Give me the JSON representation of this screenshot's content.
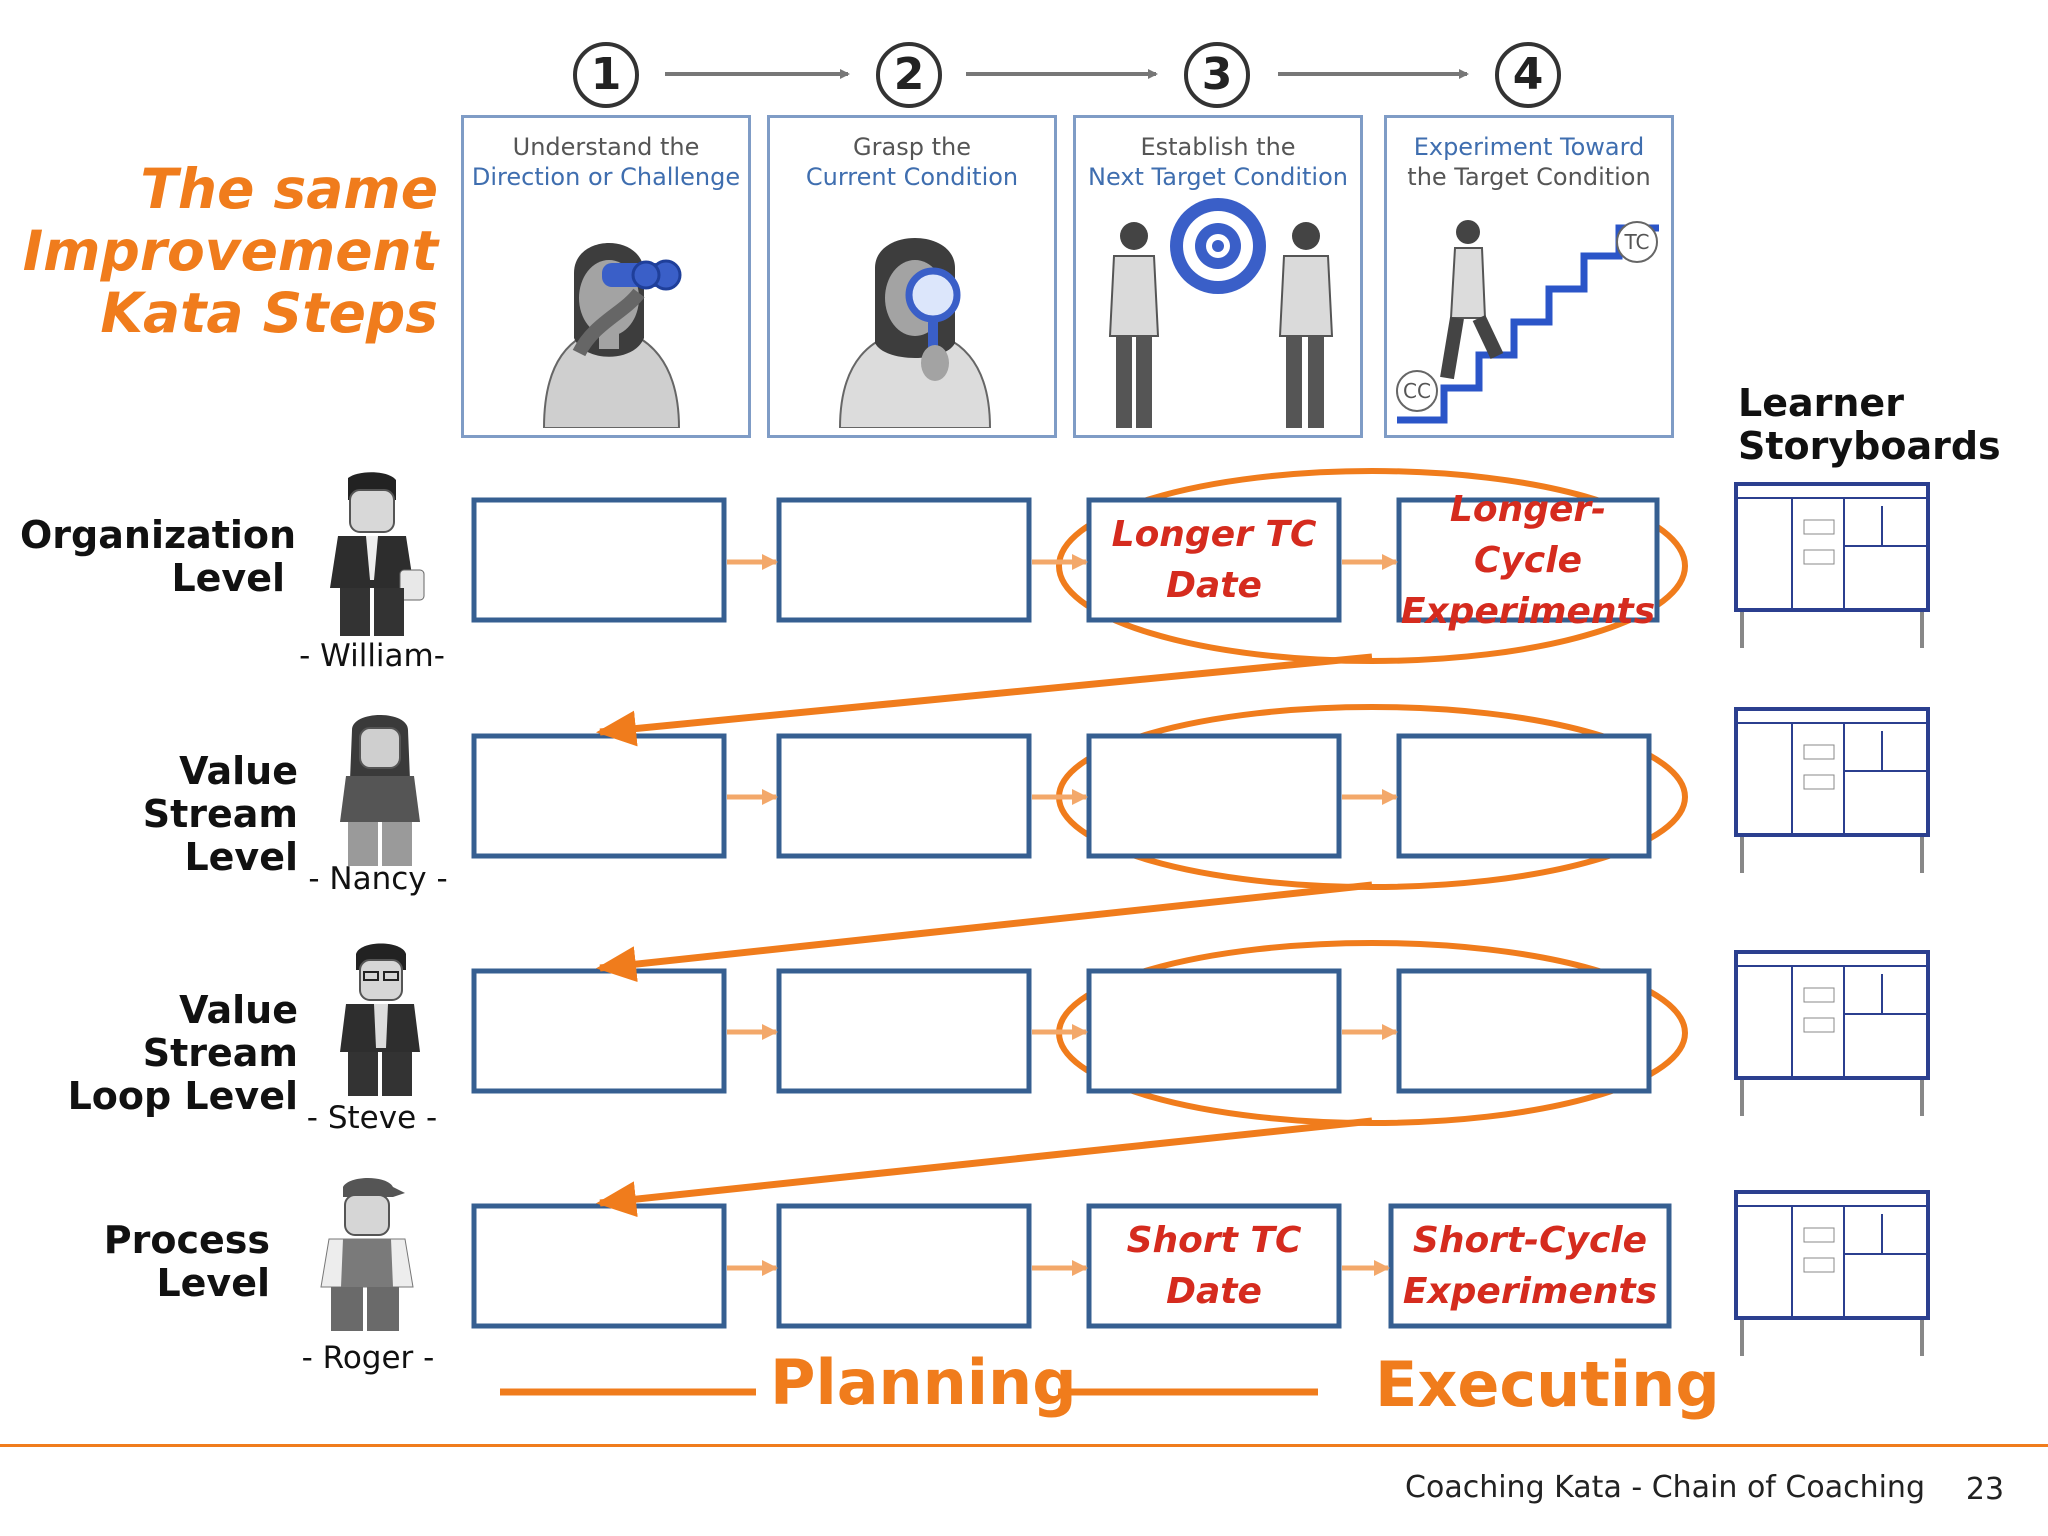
{
  "title": {
    "line1": "The same",
    "line2": "Improvement",
    "line3": "Kata Steps"
  },
  "steps": [
    {
      "num": "1",
      "line1": "Understand the",
      "line2": "Direction or Challenge"
    },
    {
      "num": "2",
      "line1": "Grasp the",
      "line2": "Current Condition"
    },
    {
      "num": "3",
      "line1": "Establish the",
      "line2": "Next Target Condition"
    },
    {
      "num": "4",
      "line1": "Experiment Toward",
      "line2": "the Target Condition",
      "badge_tc": "TC",
      "badge_cc": "CC"
    }
  ],
  "learner": {
    "line1": "Learner",
    "line2": "Storyboards"
  },
  "levels": [
    {
      "line1": "Organization",
      "line2": "Level",
      "person": "- William-",
      "box3": [
        "Longer TC",
        "Date"
      ],
      "box4": [
        "Longer-Cycle",
        "Experiments"
      ]
    },
    {
      "line1": "Value Stream",
      "line2": "Level",
      "person": "- Nancy -",
      "box3": [
        "",
        ""
      ],
      "box4": [
        "",
        ""
      ]
    },
    {
      "line1": "Value Stream",
      "line2": "Loop Level",
      "person": "- Steve -",
      "box3": [
        "",
        ""
      ],
      "box4": [
        "",
        ""
      ]
    },
    {
      "line1": "Process",
      "line2": "Level",
      "person": "- Roger -",
      "box3": [
        "Short TC",
        "Date"
      ],
      "box4": [
        "Short-Cycle",
        "Experiments"
      ]
    }
  ],
  "phases": {
    "planning": "Planning",
    "executing": "Executing"
  },
  "footer": {
    "text": "Coaching Kata - Chain of Coaching",
    "page": "23"
  },
  "colors": {
    "accent": "#f07c1c",
    "box_border": "#365f91",
    "box_text": "#d52b1e",
    "panel_border": "#7f9cc6",
    "figure_blue": "#3a5fc8"
  },
  "icons": [
    "binoculars-icon",
    "magnifier-icon",
    "target-icon",
    "staircase-icon",
    "lego-figure-icon",
    "storyboard-icon"
  ]
}
